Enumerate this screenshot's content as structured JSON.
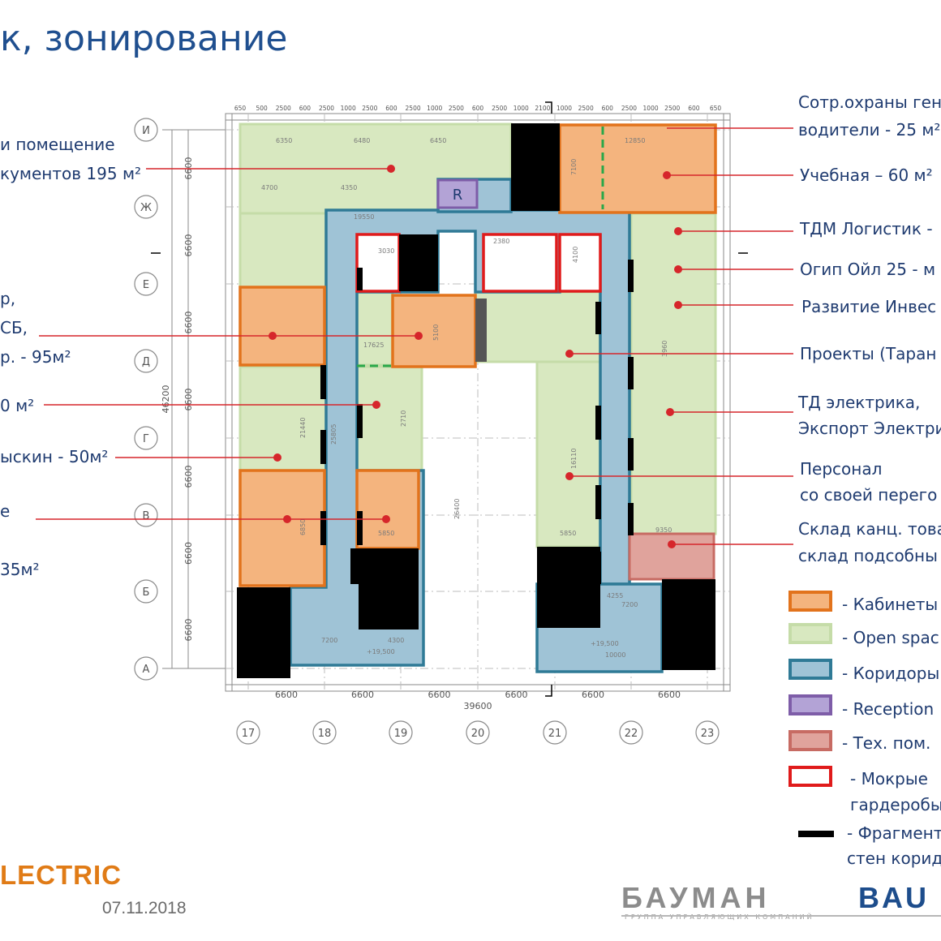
{
  "title": "к, зонирование",
  "left_labels": [
    {
      "id": "archive1",
      "text": "и помещение"
    },
    {
      "id": "archive2",
      "text": "кументов 195 м²"
    },
    {
      "id": "l3",
      "text": "р,"
    },
    {
      "id": "l4",
      "text": "СБ,"
    },
    {
      "id": "l5",
      "text": "р. - 95м²"
    },
    {
      "id": "l6",
      "text": "0 м²"
    },
    {
      "id": "l7",
      "text": "ыскин - 50м²"
    },
    {
      "id": "l8",
      "text": "е"
    },
    {
      "id": "l9",
      "text": "35м²"
    }
  ],
  "right_labels": [
    {
      "id": "r1a",
      "text": "Сотр.охраны ген"
    },
    {
      "id": "r1b",
      "text": "водители - 25 м²"
    },
    {
      "id": "r2",
      "text": "Учебная – 60 м²"
    },
    {
      "id": "r3",
      "text": "ТДМ Логистик -"
    },
    {
      "id": "r4",
      "text": "Огип Ойл 25 - м"
    },
    {
      "id": "r5",
      "text": "Развитие Инвес"
    },
    {
      "id": "r6",
      "text": "Проекты (Таран"
    },
    {
      "id": "r7a",
      "text": "ТД электрика,"
    },
    {
      "id": "r7b",
      "text": "Экспорт Электри"
    },
    {
      "id": "r8a",
      "text": "Персонал"
    },
    {
      "id": "r8b",
      "text": "со своей перего"
    },
    {
      "id": "r9a",
      "text": "Склад канц. това"
    },
    {
      "id": "r9b",
      "text": "склад подсобны"
    }
  ],
  "legend": [
    {
      "id": "cabinets",
      "text": "- Кабинеты",
      "fill": "#f4b47e",
      "stroke": "#e2731c"
    },
    {
      "id": "open",
      "text": "- Open spac",
      "fill": "#d8e8c0",
      "stroke": "#c5dca8"
    },
    {
      "id": "corridors",
      "text": "- Коридоры",
      "fill": "#9fc3d6",
      "stroke": "#2f7a96"
    },
    {
      "id": "reception",
      "text": "- Reception",
      "fill": "#b3a3d6",
      "stroke": "#7e5da8"
    },
    {
      "id": "tech",
      "text": "- Тех. пом.",
      "fill": "#e0a39c",
      "stroke": "#c76b63"
    },
    {
      "id": "wet",
      "text": "- Мокрые",
      "text2": "гардеробы",
      "fill": "#ffffff",
      "stroke": "#e01b1b"
    },
    {
      "id": "walls",
      "text": "- Фрагмент",
      "text2": "стен корид",
      "fill": "#000000",
      "stroke": "#000000"
    }
  ],
  "axes": {
    "columns": [
      "17",
      "18",
      "19",
      "20",
      "21",
      "22",
      "23"
    ],
    "rows": [
      "И",
      "Ж",
      "Е",
      "Д",
      "Г",
      "В",
      "Б",
      "А"
    ]
  },
  "dims": {
    "span_bottom": [
      "6600",
      "6600",
      "6600",
      "6600",
      "6600",
      "6600"
    ],
    "total_bottom": "39600",
    "span_left": [
      "6600",
      "6600",
      "6600",
      "6600",
      "6600",
      "6600",
      "6600"
    ],
    "total_left": "46200",
    "top_row": [
      "650",
      "500",
      "2500",
      "600",
      "2500",
      "1000",
      "2500",
      "600",
      "2500",
      "1000",
      "2500",
      "600",
      "2500",
      "1000",
      "2100",
      "1000",
      "2500",
      "600",
      "2500",
      "1000",
      "2500",
      "600",
      "650"
    ]
  },
  "room_marks": {
    "reception": "R",
    "m1": "3030",
    "m2": "2380",
    "m3": "19550",
    "m4": "17625",
    "m5": "6350",
    "m6": "6480",
    "m7": "6450",
    "m8": "12850",
    "m9": "3960",
    "m10": "16110",
    "m11": "2710",
    "m12": "25805",
    "m13": "21440",
    "m14": "6850",
    "m15": "5850",
    "m16": "5850",
    "m17": "9350",
    "m18": "4255",
    "m19": "7200",
    "m20": "10000",
    "m21": "7200",
    "m22": "4300",
    "m23": "4700",
    "m24": "4350",
    "m25": "26400",
    "m26": "+19,500",
    "m27": "+19,500",
    "m28": "5100",
    "m29": "4100",
    "m30": "7100"
  },
  "brand": "LECTRIC",
  "date": "07.11.2018",
  "logo_bauman": "БАУМАН",
  "logo_bauman_sub": "ГРУППА УПРАВЛЯЮЩИХ КОМПАНИЙ",
  "logo_bau2": "BAU"
}
